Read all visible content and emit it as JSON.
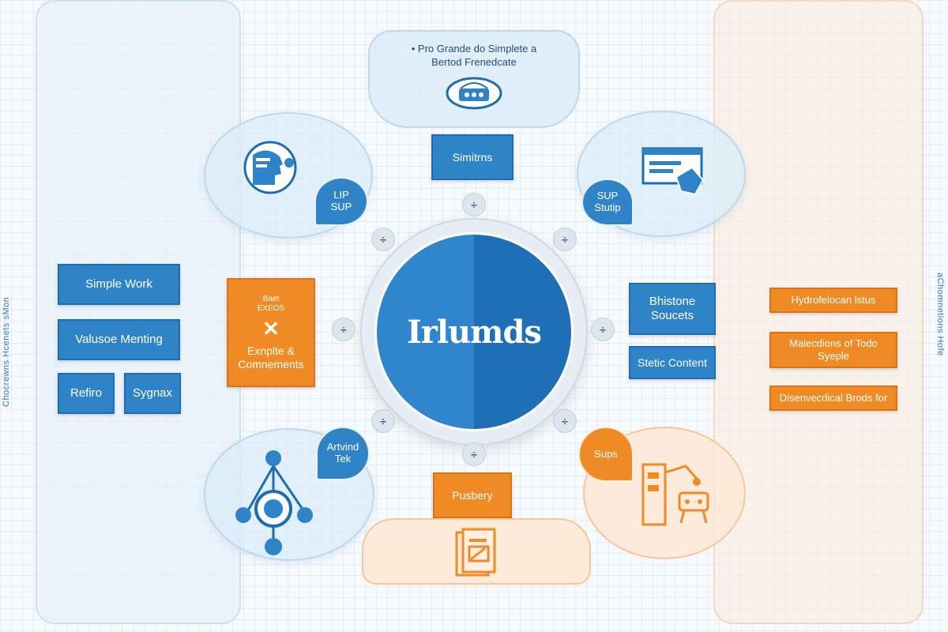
{
  "left_vertical_label": "Chocrewns Hcenets sMon",
  "right_vertical_label": "aChomnetions Hofe",
  "top_card": {
    "line1": "• Pro Grande do Simplete a",
    "line2": "Bertod Frenedcate"
  },
  "top_box": "Simitrns",
  "hub_title": "Irlumds",
  "left_buttons": {
    "simple_work": "Simple Work",
    "valuation_meeting": "Valusoe Menting",
    "refine": "Refiro",
    "sygnax": "Sygnax"
  },
  "left_orange_card": {
    "top": "Baet\nEXEOS",
    "symbol": "✕",
    "label": "Exnplte &\nComnements"
  },
  "right_blue_boxes": {
    "box1": "Bhistone\nSoucets",
    "box2": "Stetic Content"
  },
  "right_orange_buttons": {
    "b1": "Hydrofelocan lstus",
    "b2": "Malecdions of Todo\nSyeple",
    "b3": "Disenvecdical Brods for"
  },
  "petals": {
    "top_left": "LIP\nSUP",
    "top_right": "SUP\nStutip",
    "bottom_left": "Artvind\nTek",
    "bottom_right": "Sups"
  },
  "bottom_orange_box": "Pusbery",
  "connector_symbol": "÷",
  "icons": [
    "browser-shield-icon",
    "head-profile-icon",
    "screen-hand-icon",
    "network-people-icon",
    "building-robot-icon",
    "document-icon"
  ],
  "colors": {
    "blue": "#2f84c8",
    "orange": "#ef8a24",
    "hub_dark": "#1e6fb5"
  }
}
